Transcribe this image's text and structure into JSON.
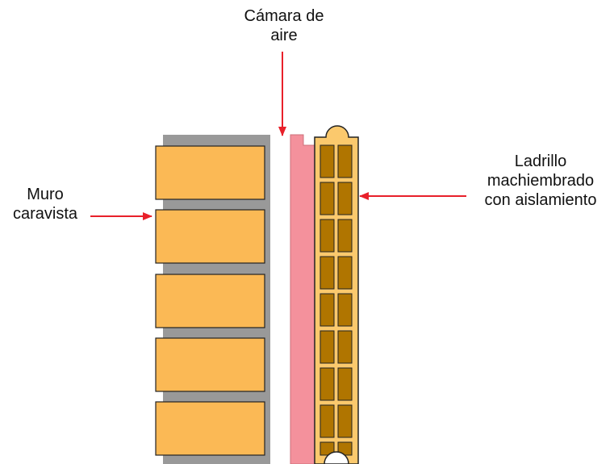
{
  "labels": {
    "air_chamber": [
      "Cámara de",
      "aire"
    ],
    "facing_wall": [
      "Muro",
      "caravista"
    ],
    "tongue_groove_brick": [
      "Ladrillo",
      "machiembrado",
      "con aislamiento"
    ]
  },
  "colors": {
    "brick": "#FBB955",
    "brick_stroke": "#222222",
    "mortar": "#999999",
    "insulation": "#F4919C",
    "brick_core": "#FBC96D",
    "cavity": "#B07500",
    "arrow": "#E8202A"
  }
}
